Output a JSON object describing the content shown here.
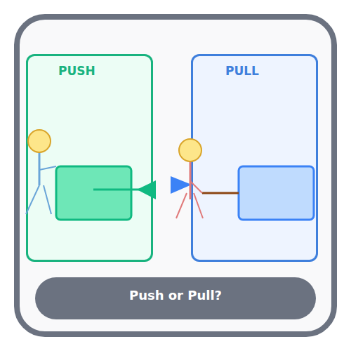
{
  "diagram": {
    "nodes": [
      {
        "text": [
          "PUSH"
        ]
      },
      {
        "text": [
          "PULL"
        ]
      },
      {
        "text": [
          "Push or Pull?"
        ]
      }
    ]
  }
}
